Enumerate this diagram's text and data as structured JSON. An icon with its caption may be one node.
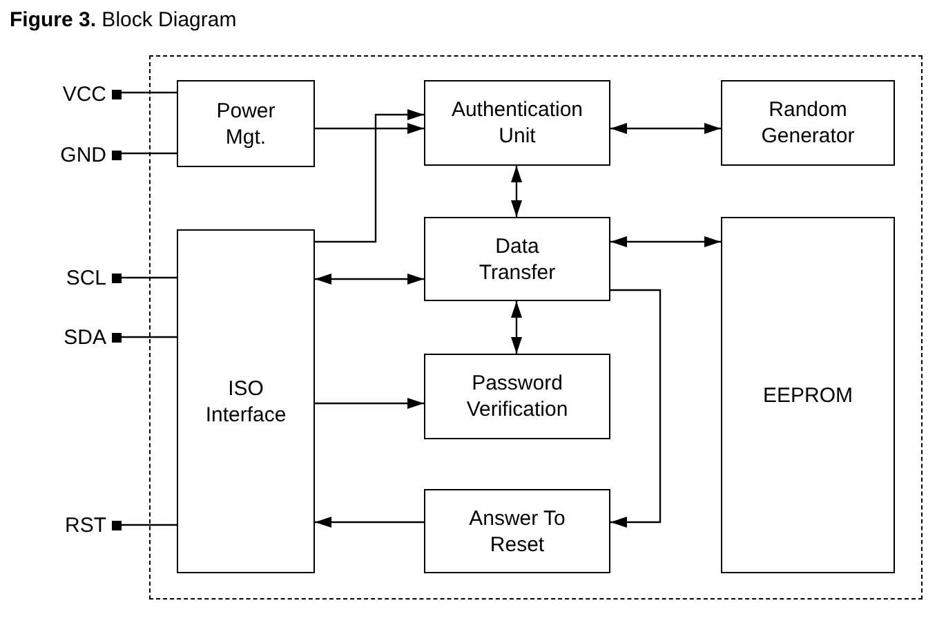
{
  "diagram": {
    "title": "**Figure 3.** Block Diagram",
    "nodes": [
      {
        "text": [],
        "shape": "box"
      },
      {
        "text": [
          "VCC"
        ]
      },
      {
        "text": [
          "Power Mgt."
        ],
        "in": 0
      },
      {
        "text": [
          "Authentication Unit"
        ],
        "in": 0
      },
      {
        "text": [
          "Random Generator"
        ],
        "in": 0
      },
      {
        "text": [
          "GND"
        ]
      },
      {
        "text": [
          "SCL"
        ]
      },
      {
        "text": [
          "ISO Interface"
        ],
        "in": 0
      },
      {
        "text": [
          "Data Transfer"
        ],
        "in": 0
      },
      {
        "text": [
          "EEPROM"
        ],
        "in": 0
      },
      {
        "text": [
          "SDA"
        ]
      },
      {
        "text": [
          "Password Verification"
        ],
        "in": 0
      },
      {
        "text": [
          "RST"
        ]
      },
      {
        "text": [
          "Answer To Reset"
        ],
        "in": 0
      }
    ],
    "edges": [
      {
        "from": 1,
        "to": 2,
        "arrow": "none"
      },
      {
        "from": 5,
        "to": 2,
        "arrow": "none"
      },
      {
        "from": 2,
        "to": 3,
        "arrow": "to"
      },
      {
        "from": 7,
        "to": 3,
        "arrow": "to"
      },
      {
        "from": 3,
        "to": 4,
        "arrow": "both"
      },
      {
        "from": 3,
        "to": 8,
        "arrow": "both"
      },
      {
        "from": 6,
        "to": 7,
        "arrow": "none"
      },
      {
        "from": 7,
        "to": 8,
        "arrow": "both"
      },
      {
        "from": 8,
        "to": 9,
        "arrow": "both"
      },
      {
        "from": 10,
        "to": 7,
        "arrow": "none"
      },
      {
        "from": 8,
        "to": 11,
        "arrow": "both"
      },
      {
        "from": 7,
        "to": 11,
        "arrow": "to"
      },
      {
        "from": 8,
        "to": 13,
        "arrow": "to"
      },
      {
        "from": 12,
        "to": 7,
        "arrow": "none"
      },
      {
        "from": 13,
        "to": 7,
        "arrow": "to"
      }
    ]
  }
}
